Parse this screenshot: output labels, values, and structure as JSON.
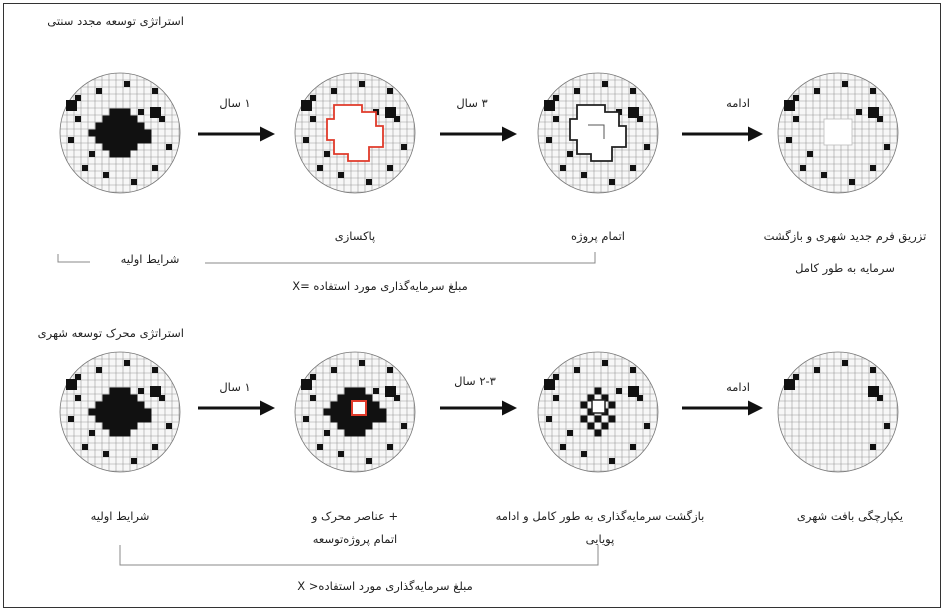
{
  "top_row": {
    "title": "استراتژی توسعه مجدد سنتی",
    "arrows": [
      "۱ سال",
      "۳ سال",
      "ادامه"
    ],
    "stages": [
      {
        "caption": []
      },
      {
        "caption": [
          "پاکسازی"
        ]
      },
      {
        "caption": [
          "اتمام پروژه"
        ]
      },
      {
        "caption": [
          "تزریق فرم جدید شهری و بازگشت",
          "سرمایه به طور کامل"
        ]
      }
    ],
    "initial_label": "شرایط اولیه",
    "investment_label": "مبلغ سرمایه‌گذاری مورد استفاده =X"
  },
  "bottom_row": {
    "title": "استراتژی محرک توسعه شهری",
    "arrows": [
      "۱ سال",
      "۲-۳ سال",
      "ادامه"
    ],
    "stages": [
      {
        "caption": [
          "شرایط اولیه"
        ]
      },
      {
        "caption": [
          "+ عناصر محرک و",
          "اتمام پروژه‌توسعه"
        ]
      },
      {
        "caption": [
          "بازگشت سرمایه‌گذاری به طور کامل و ادامه",
          "پویایی"
        ]
      },
      {
        "caption": [
          "یکپارچگی بافت شهری"
        ]
      }
    ],
    "investment_label": "مبلغ سرمایه‌گذاری مورد استفاده< X"
  },
  "colors": {
    "grid": "#9a9a9a",
    "block": "#111111",
    "cleared_outline_red": "#e03a2a",
    "outline_black": "#222222",
    "circle_fill": "#f7f7f7"
  }
}
